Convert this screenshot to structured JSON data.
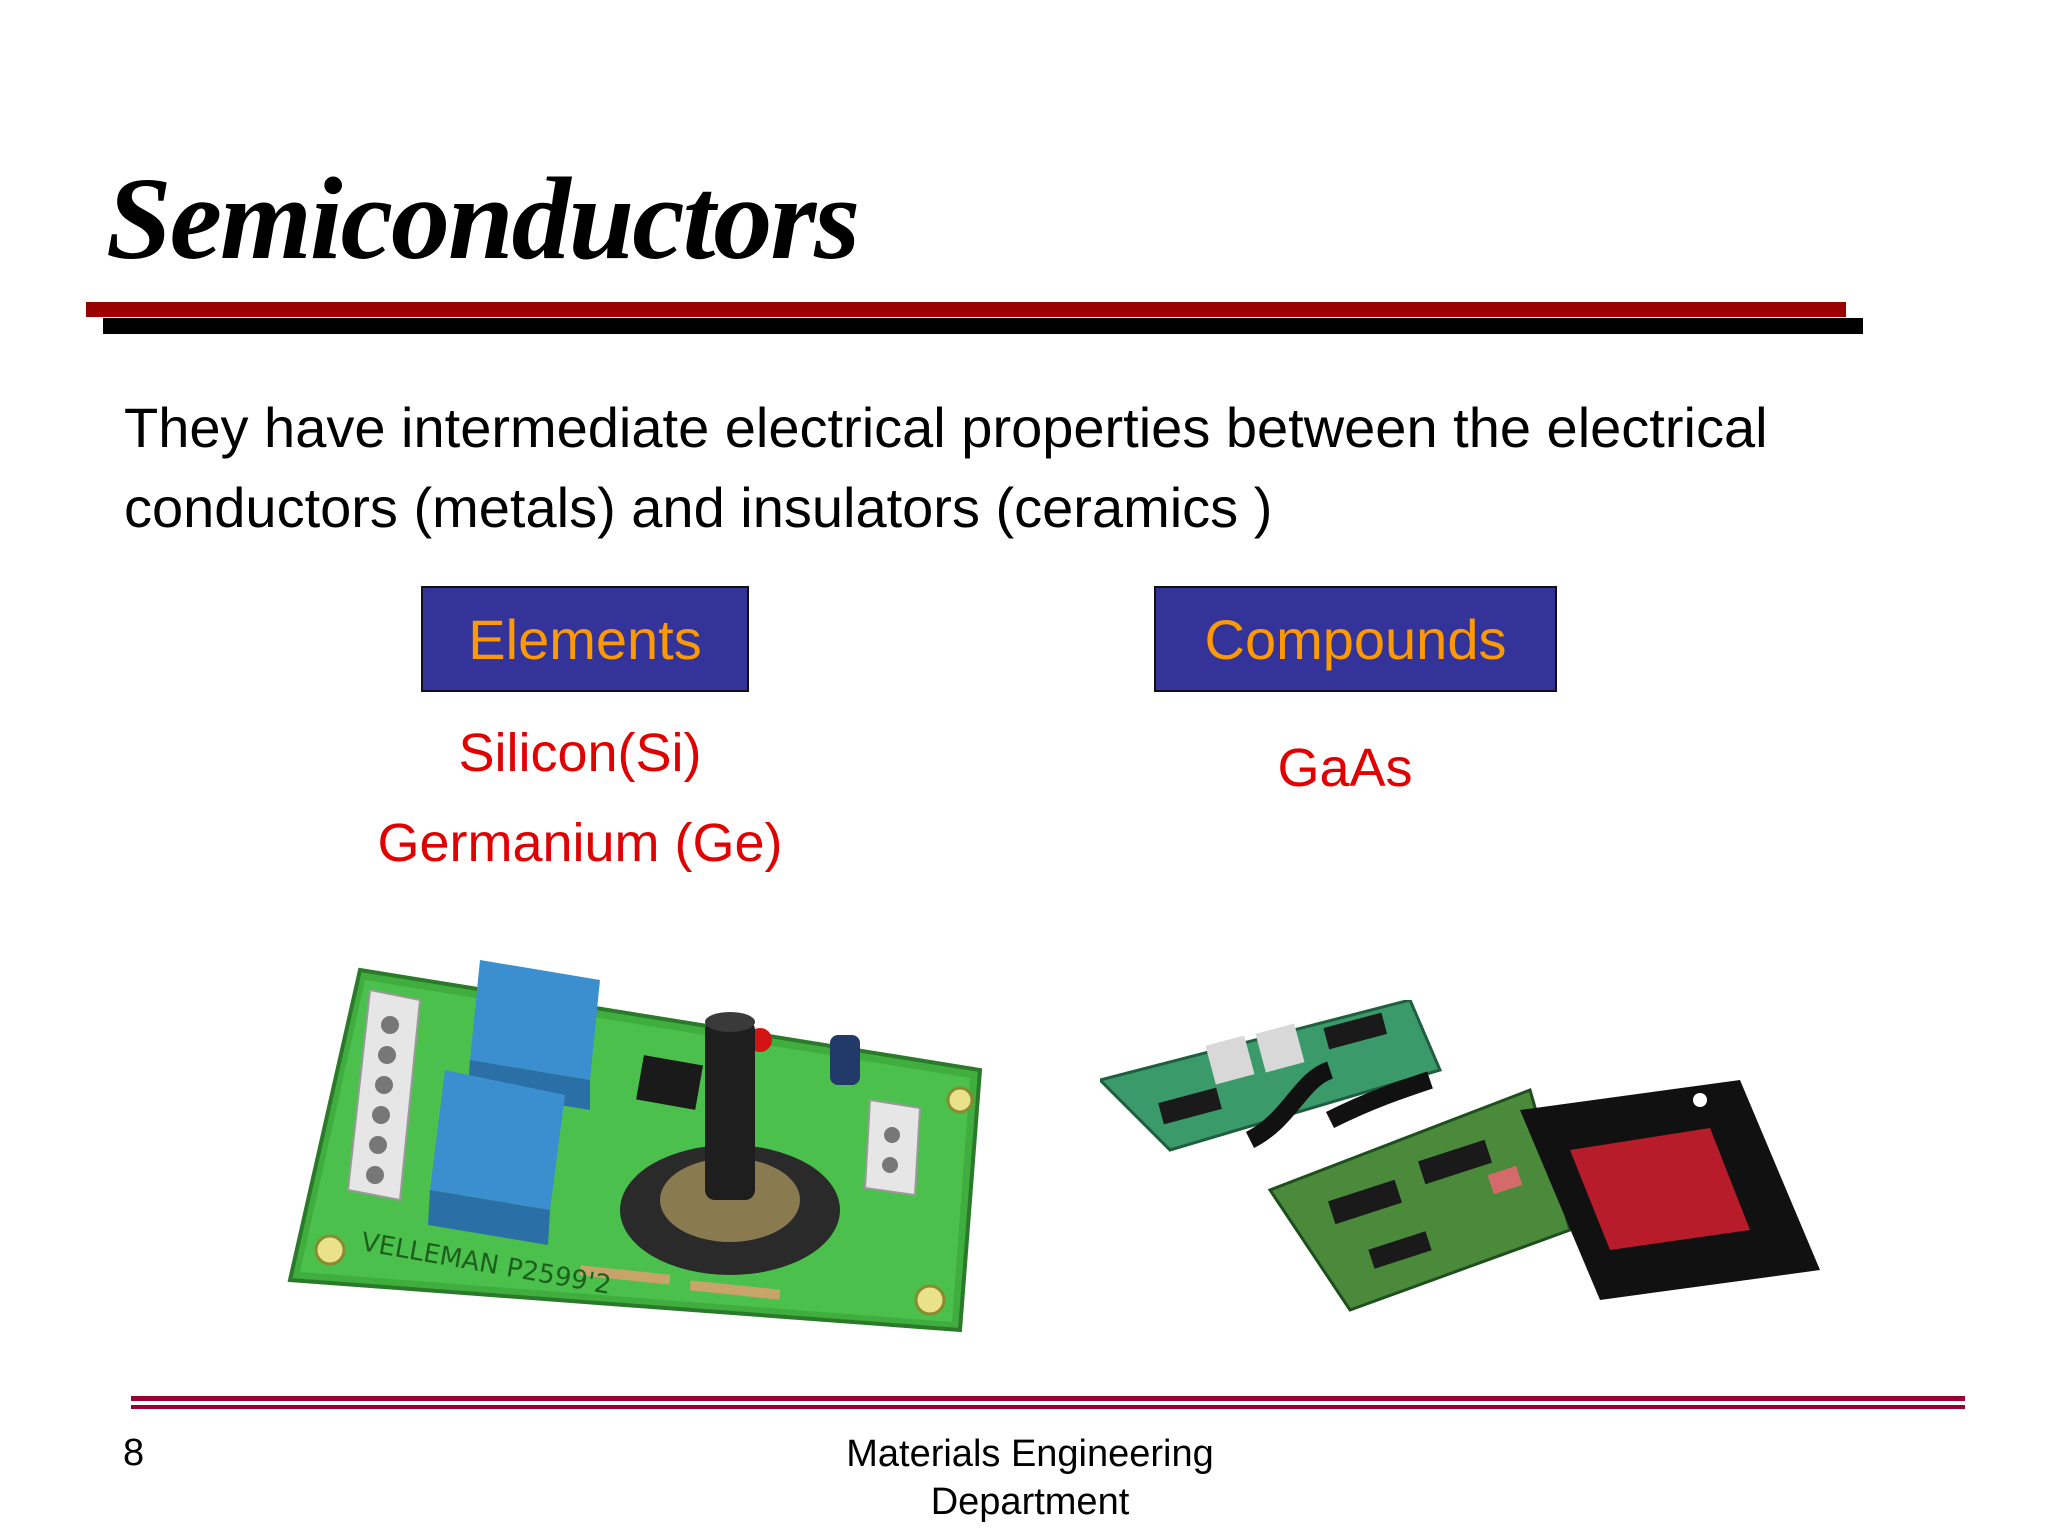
{
  "slide": {
    "title": "Semiconductors",
    "body": "They have intermediate electrical properties between the electrical conductors (metals) and insulators (ceramics )",
    "elements_label": "Elements",
    "compounds_label": "Compounds",
    "silicon": "Silicon(Si)",
    "germanium": "Germanium (Ge)",
    "gaas": "GaAs",
    "board_marking": "VELLEMAN P2599'2"
  },
  "footer": {
    "page_number": "8",
    "department": "Materials Engineering Department"
  },
  "colors": {
    "box_fill": "#333399",
    "box_text": "#ff9900",
    "label_red": "#e00000",
    "rule_red": "#990000"
  }
}
